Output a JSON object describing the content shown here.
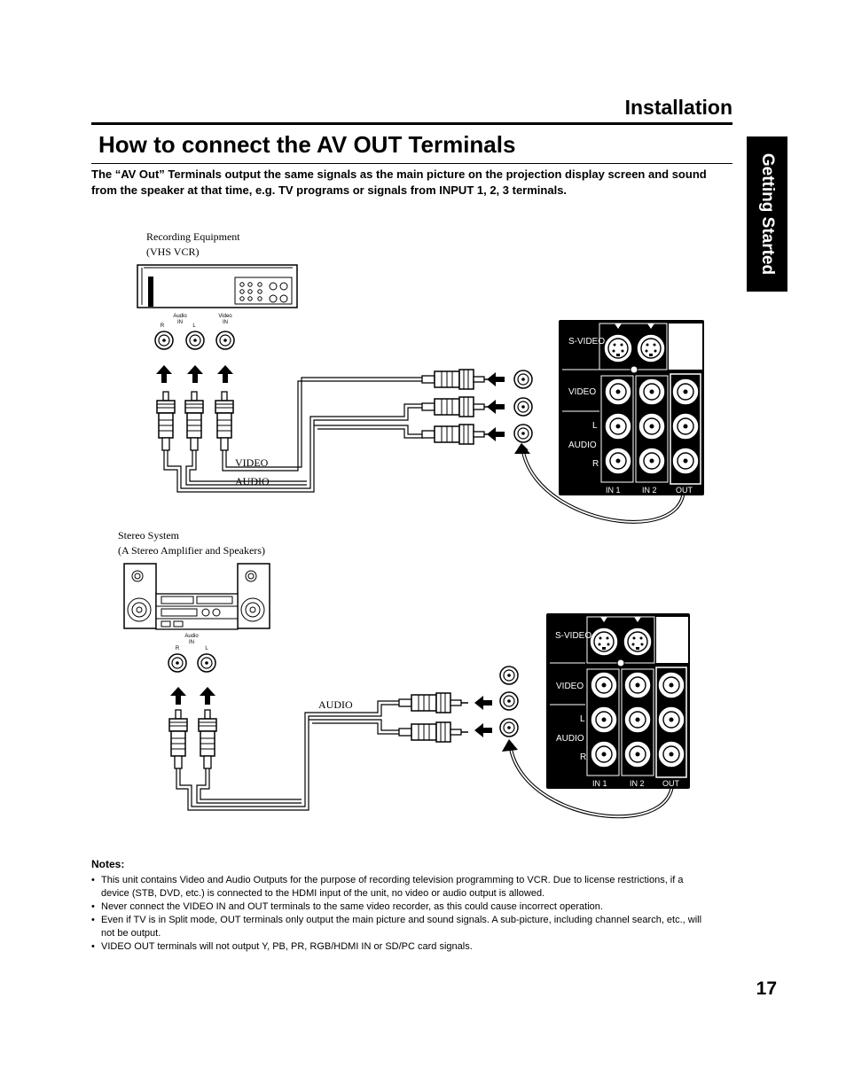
{
  "section_title": "Installation",
  "page_heading": "How to connect the AV OUT Terminals",
  "intro": "The “AV Out” Terminals output the same signals as the main picture on the projection display screen and sound from the speaker at that time, e.g. TV programs or signals from INPUT 1, 2, 3 terminals.",
  "side_tab": "Getting Started",
  "diagram1": {
    "device_label_1": "Recording Equipment",
    "device_label_2": "(VHS VCR)",
    "audio_in": [
      "Audio",
      "IN"
    ],
    "video_in": [
      "Video",
      "IN"
    ],
    "r": "R",
    "l": "L",
    "video_cable": "VIDEO",
    "audio_cable": "AUDIO"
  },
  "diagram2": {
    "device_label_1": "Stereo System",
    "device_label_2": "(A Stereo Amplifier and Speakers)",
    "audio_in": [
      "Audio",
      "IN"
    ],
    "r": "R",
    "l": "L",
    "audio_cable": "AUDIO"
  },
  "panel": {
    "s_video": "S-VIDEO",
    "video": "VIDEO",
    "l": "L",
    "audio": "AUDIO",
    "r": "R",
    "in1": "IN 1",
    "in2": "IN 2",
    "out": "OUT"
  },
  "notes": {
    "title": "Notes:",
    "items": [
      "This unit contains Video and Audio Outputs for the purpose of recording television programming to VCR. Due to license restrictions, if a device (STB, DVD, etc.) is connected to the HDMI input of the unit, no video or audio output is allowed.",
      "Never connect the VIDEO IN and OUT terminals to the same video recorder, as this could cause incorrect operation.",
      "Even if TV is in Split mode, OUT terminals only output the main picture and sound signals. A sub-picture, including channel search, etc., will not be output.",
      "VIDEO OUT terminals will not output Y, PB, PR, RGB/HDMI IN or SD/PC card signals."
    ]
  },
  "page_number": "17"
}
